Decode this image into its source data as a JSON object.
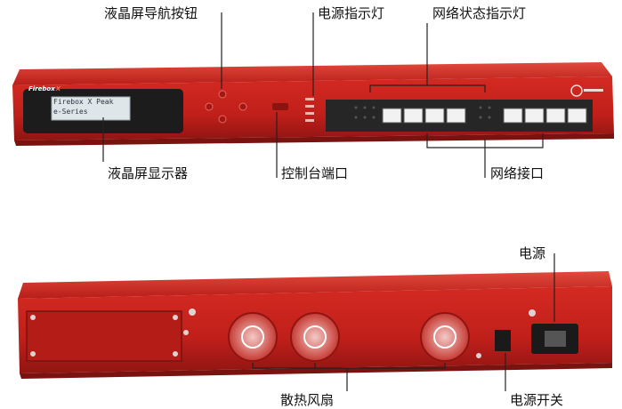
{
  "front": {
    "logo": "Firebox",
    "logo_model": "X",
    "lcd_lines": [
      "Firebox X Peak",
      "e-Series"
    ]
  },
  "labels": {
    "lcd_nav": "液晶屏导航按钮",
    "power_led": "电源指示灯",
    "net_status_led": "网络状态指示灯",
    "lcd_display": "液晶屏显示器",
    "console_port": "控制台端口",
    "net_port": "网络接口",
    "power": "电源",
    "fans": "散热风扇",
    "power_switch": "电源开关"
  },
  "colors": {
    "chassis": "#c8211c",
    "chassis_dark": "#8f1512",
    "lcd": "#dfe6e9"
  }
}
